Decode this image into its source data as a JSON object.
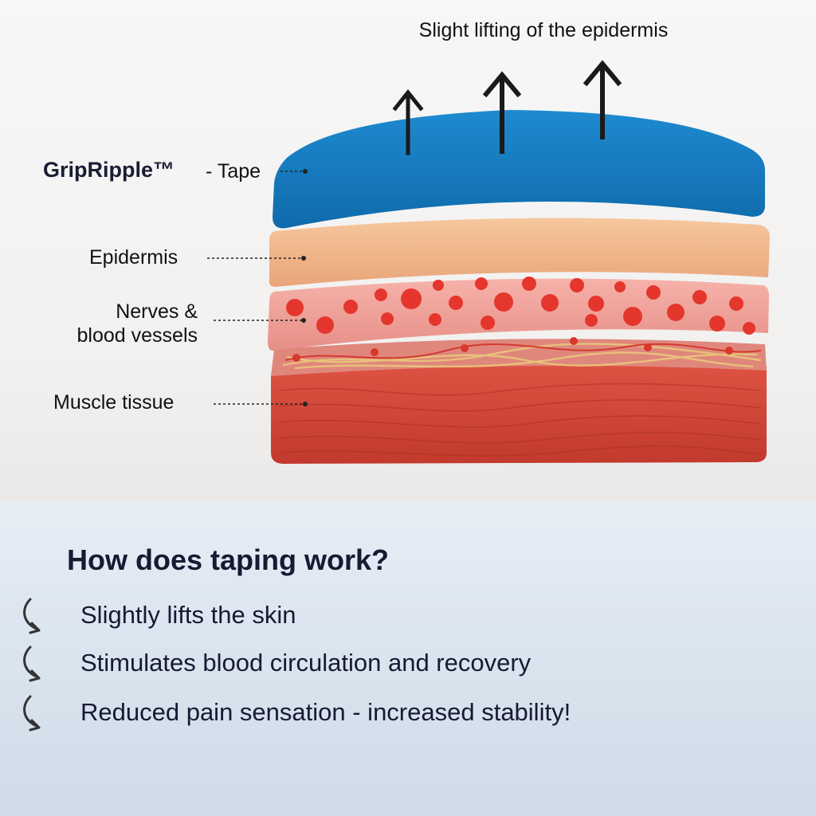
{
  "diagram": {
    "caption": "Slight lifting of the epidermis",
    "brand": "GripRipple™",
    "brand_suffix": "- Tape",
    "layers": {
      "epidermis": "Epidermis",
      "nerves_line1": "Nerves &",
      "nerves_line2": "blood vessels",
      "muscle": "Muscle tissue"
    },
    "colors": {
      "tape": "#1a7ec4",
      "epidermis": "#f0b58b",
      "nerves": "#f2a39a",
      "muscle": "#d8463a"
    }
  },
  "info": {
    "heading": "How does taping work?",
    "points": [
      "Slightly lifts the skin",
      "Stimulates blood circulation and recovery",
      "Reduced pain sensation - increased stability!"
    ],
    "bullet_icon": "curved-arrow-icon"
  }
}
